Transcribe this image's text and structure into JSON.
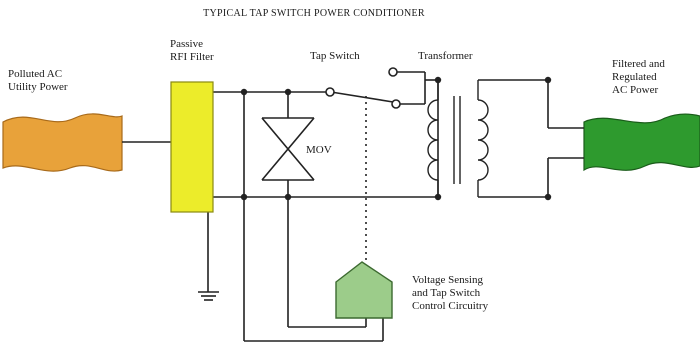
{
  "diagram": {
    "title": "TYPICAL TAP SWITCH POWER CONDITIONER",
    "labels": {
      "input_power": [
        "Polluted AC",
        "Utility Power"
      ],
      "filter": [
        "Passive",
        "RFI Filter"
      ],
      "tap_switch": "Tap Switch",
      "transformer": "Transformer",
      "output_power": [
        "Filtered and",
        "Regulated",
        "AC Power"
      ],
      "mov": "MOV",
      "control": [
        "Voltage Sensing",
        "and Tap Switch",
        "Control Circuitry"
      ]
    },
    "colors": {
      "input_wave_fill": "#e8a23a",
      "input_wave_stroke": "#a86a1a",
      "filter_fill": "#ecec2a",
      "filter_stroke": "#8a8a10",
      "output_wave_fill": "#2e9a2e",
      "output_wave_stroke": "#1a5c1a",
      "control_fill": "#9ccc8a",
      "control_stroke": "#3c6a30",
      "wire": "#222222"
    }
  }
}
